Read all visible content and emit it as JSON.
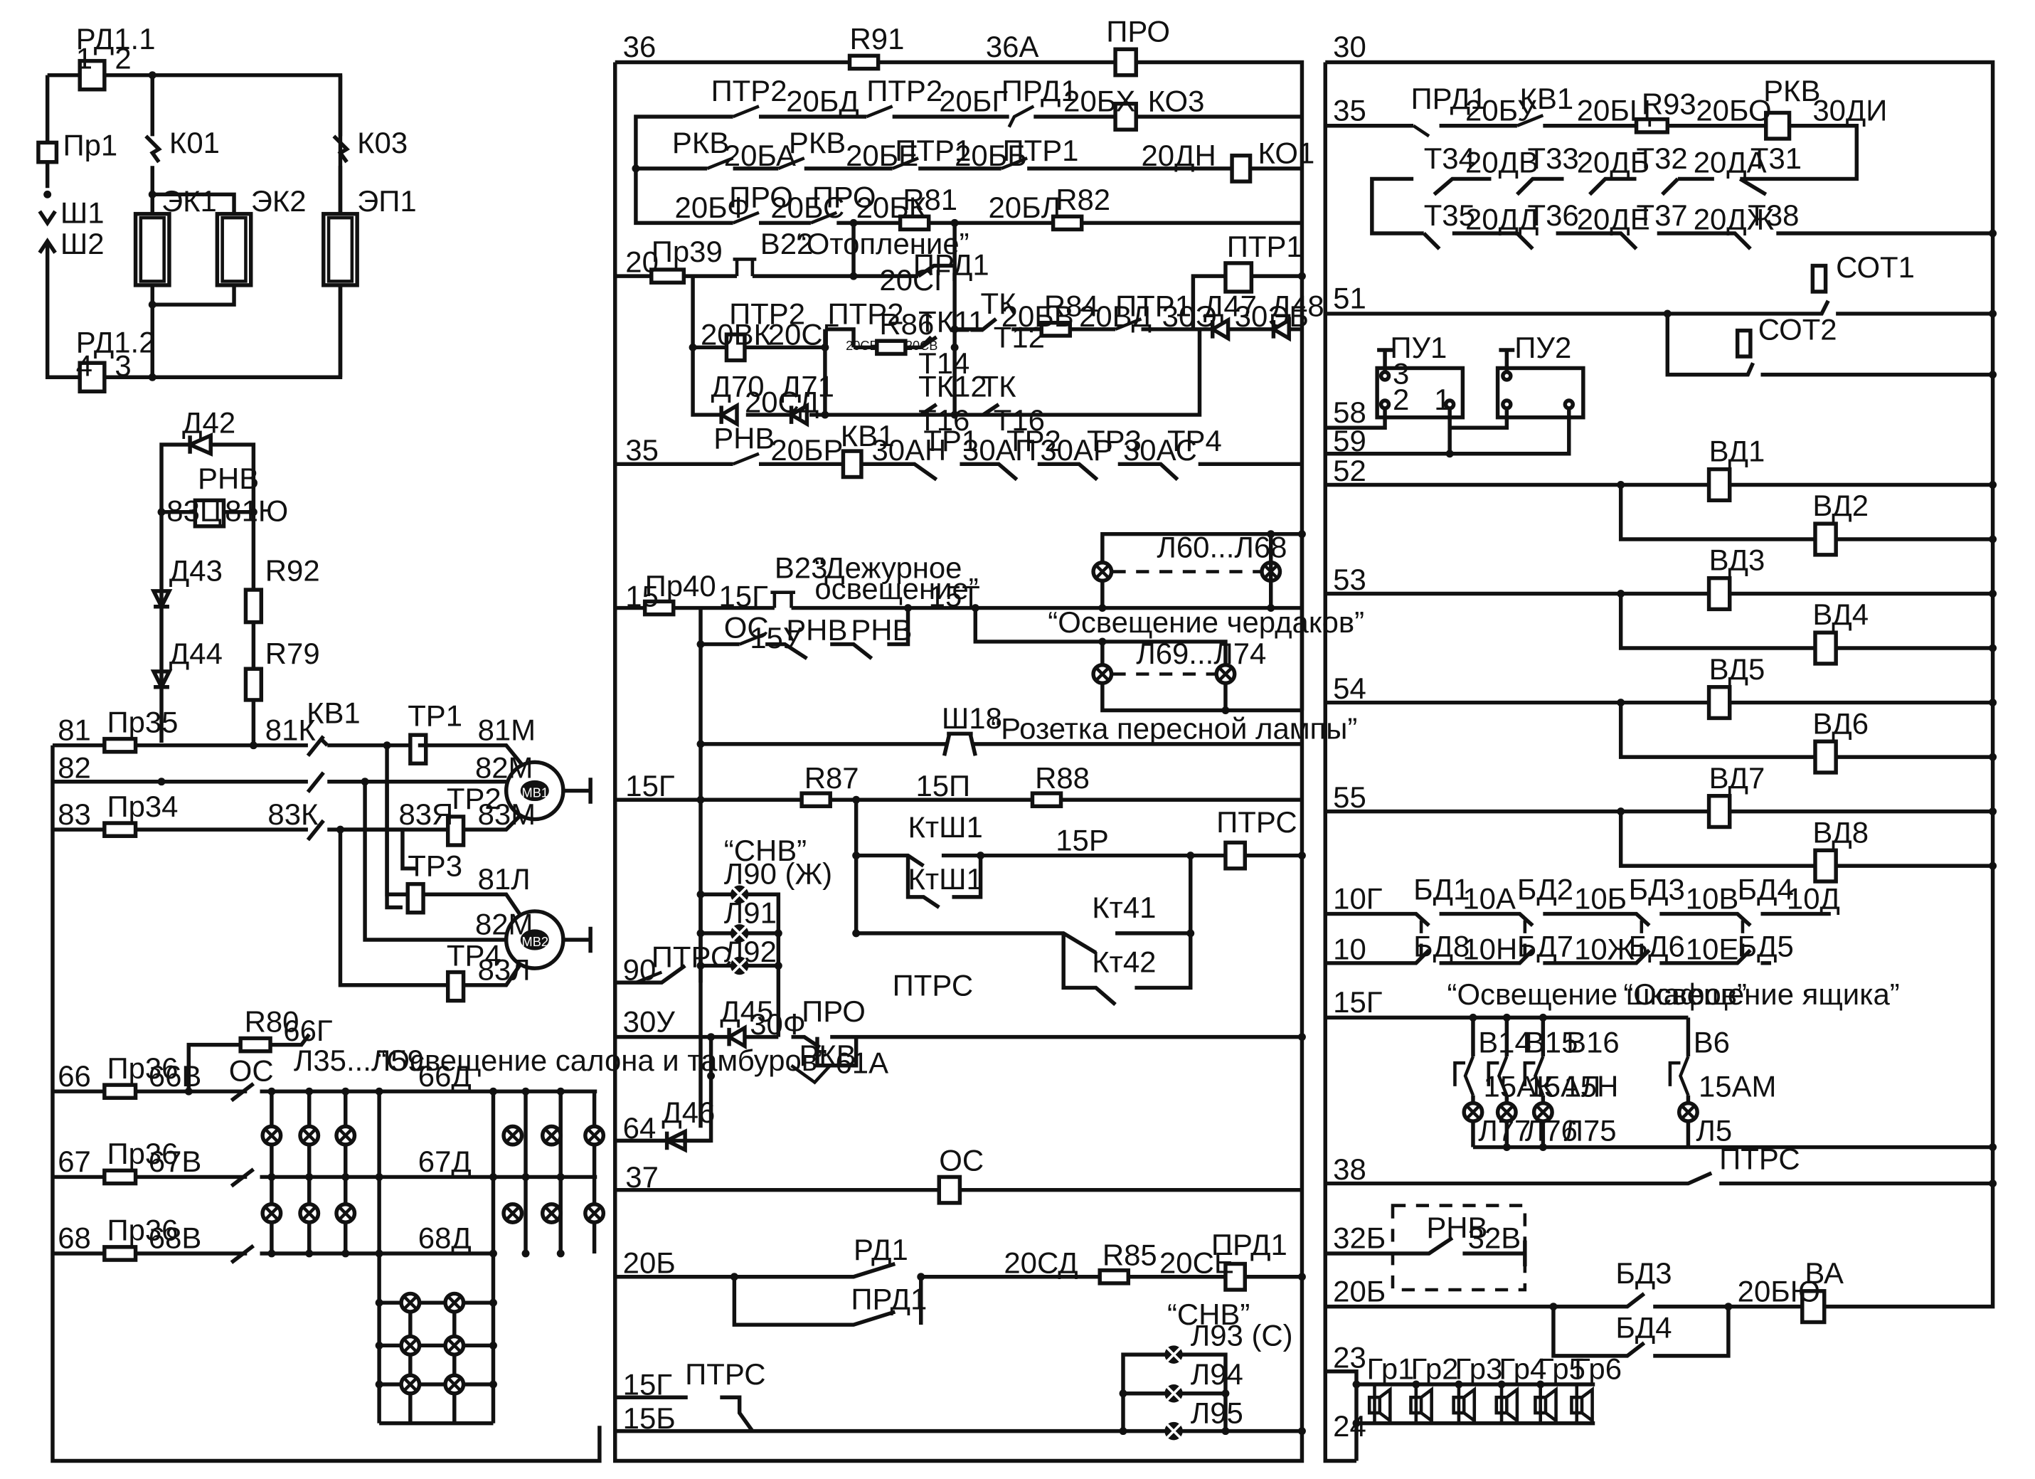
{
  "left": {
    "rd11": "РД1.1",
    "p1": "1",
    "p2": "2",
    "pr1": "Пр1",
    "sh1": "Ш1",
    "sh2": "Ш2",
    "k01": "К01",
    "k03": "К03",
    "ek1": "ЭК1",
    "ek2": "ЭК2",
    "ep1": "ЭП1",
    "rd12": "РД1.2",
    "p4": "4",
    "p3": "3",
    "d42": "Д42",
    "rnv": "РНВ",
    "n83c": "83Ц",
    "n81u": "81Ю",
    "d43": "Д43",
    "d44": "Д44",
    "r92": "R92",
    "r79": "R79",
    "w81": "81",
    "w82": "82",
    "w83": "83",
    "pr35": "Пр35",
    "pr34": "Пр34",
    "n81k": "81К",
    "kv1": "КВ1",
    "n83k": "83К",
    "tr1": "ТР1",
    "tr2": "ТР2",
    "tr3": "ТР3",
    "tr4": "ТР4",
    "n81m": "81М",
    "n82m": "82М",
    "n83m": "83М",
    "n83ya": "83Я",
    "n81l": "81Л",
    "n82m2": "82М",
    "n83l": "83Л",
    "mv1": "МВ1",
    "mv2": "МВ2",
    "r80": "R80",
    "n66g": "66Г",
    "lamps": "Л35...Л59",
    "lamps_q": "“Освещение салона и тамбуров”",
    "w66": "66",
    "w67": "67",
    "w68": "68",
    "pr36a": "Пр36",
    "pr36b": "Пр36",
    "pr36c": "Пр36",
    "n66v": "66В",
    "n67v": "67В",
    "n68v": "68В",
    "os": "ОС",
    "n66d": "66Д",
    "n67d": "67Д",
    "n68d": "68Д"
  },
  "mid": {
    "w36": "36",
    "r91": "R91",
    "n36a": "36А",
    "pro": "ПРО",
    "ptr2a": "ПТР2",
    "n20bd": "20БД",
    "ptr2b": "ПТР2",
    "n20bg": "20БГ",
    "prd1": "ПРД1",
    "n20bh": "20БХ",
    "ko3": "КО3",
    "rkva": "РКВ",
    "n20ba": "20БА",
    "rkvb": "РКВ",
    "n20be": "20БЕ",
    "ptr1a": "ПТР1",
    "n20bb": "20ББ",
    "ptr1b": "ПТР1",
    "n20dn": "20ДН",
    "ko1": "КО1",
    "n20bf": "20БФ",
    "proa": "ПРО",
    "n20bs": "20БС",
    "prob": "ПРО",
    "n20bk": "20БК",
    "r81": "R81",
    "n20bl": "20БЛ",
    "r82": "R82",
    "w20": "20",
    "pr39": "Пр39",
    "v22": "В22",
    "v22q": "“Отопление”",
    "prd1b": "ПРД1",
    "n20sg": "20СГ",
    "ptr2c": "ПТР2",
    "n20vk": "20ВК",
    "n20sg2": "20СГ",
    "ptr2d": "ПТР2",
    "n20sv": "20СВ",
    "r86": "R86",
    "n20sb": "20СВ",
    "tk11": "ТК11",
    "t14": "Т14",
    "tk": "ТК",
    "n20bv": "20БВ",
    "t12": "Т12",
    "r84": "R84",
    "n20vd": "20ВД",
    "ptr1c": "ПТР1",
    "n30e": "30Э",
    "d47": "Д47",
    "n30eb": "30ЭБ",
    "d48": "Д48",
    "ptr1d": "ПТР1",
    "d70": "Д70",
    "n20sd": "20СД",
    "d71": "Д71",
    "tk12": "ТК12",
    "t16a": "Т16",
    "tkb": "ТК",
    "t16b": "Т16",
    "w35": "35",
    "rnv": "РНВ",
    "n20br": "20БР",
    "kv1": "КВ1",
    "n30an": "30АН",
    "tr1": "ТР1",
    "n30ap": "30АП",
    "tr2": "ТР2",
    "n30ar": "30АР",
    "tr3": "ТР3",
    "n30as": "30АС",
    "tr4": "ТР4",
    "l60": "Л60...Л68",
    "w15": "15",
    "pr40": "Пр40",
    "n15g": "15Г",
    "v23": "В23",
    "v23q1": "“Дежурное",
    "v23q2": "освещение”",
    "n15t": "15Т",
    "attic": "“Освещение чердаков”",
    "l69": "Л69...Л74",
    "os": "ОС",
    "n15u": "15У",
    "rnva": "РНВ",
    "rnvb": "РНВ",
    "sh18": "Ш18",
    "sock": "“Розетка пересной лампы”",
    "w15g": "15Г",
    "r87": "R87",
    "n15p": "15П",
    "r88": "R88",
    "snv": "“СНВ”",
    "l90": "Л90 (Ж)",
    "l91": "Л91",
    "l92": "Л92",
    "ktsh1a": "КтШ1",
    "n15r": "15Р",
    "ptrs": "ПТРС",
    "ktsh1b": "КтШ1",
    "kt41": "Кт41",
    "kt42": "Кт42",
    "w90": "90",
    "ptrsa": "ПТРС",
    "ptrsb": "ПТРС",
    "w30u": "30У",
    "d45": "Д45",
    "n30f": "30Ф",
    "pro2": "ПРО",
    "rkv": "РКВ",
    "n61a": "61А",
    "w64": "64",
    "d46": "Д46",
    "w37": "37",
    "os2": "ОС",
    "w20b": "20Б",
    "rd1": "РД1",
    "n20sd2": "20СД",
    "r85": "R85",
    "n20se": "20СЕ",
    "prd1c": "ПРД1",
    "prd1d": "ПРД1",
    "snv2": "“СНВ”",
    "l93": "Л93 (С)",
    "l94": "Л94",
    "l95": "Л95",
    "w15g2": "15Г",
    "ptrs3": "ПТРС",
    "w15b": "15Б"
  },
  "right": {
    "w30": "30",
    "w35": "35",
    "prd1": "ПРД1",
    "n20bu": "20БУ",
    "kv1": "КВ1",
    "n20bc": "20БЦ",
    "r93": "R93",
    "n20bo": "20БО",
    "rkv": "РКВ",
    "n30di": "30ДИ",
    "t34": "Т34",
    "n20dv": "20ДВ",
    "t33": "Т33",
    "n20db": "20ДБ",
    "t32": "Т32",
    "n20da": "20ДА",
    "t31": "Т31",
    "t35": "Т35",
    "n20dd": "20ДД",
    "t36": "Т36",
    "n20de": "20ДЕ",
    "t37": "Т37",
    "n20dj": "20ДЖ",
    "t38": "Т38",
    "sot1": "СОТ1",
    "w51": "51",
    "sot2": "СОТ2",
    "pu1": "ПУ1",
    "pu2": "ПУ2",
    "c3": "3",
    "c2": "2",
    "c1": "1",
    "w58": "58",
    "w59": "59",
    "w52": "52",
    "vd1": "ВД1",
    "vd2": "ВД2",
    "w53": "53",
    "vd3": "ВД3",
    "vd4": "ВД4",
    "w54": "54",
    "vd5": "ВД5",
    "vd6": "ВД6",
    "w55": "55",
    "vd7": "ВД7",
    "vd8": "ВД8",
    "w10g": "10Г",
    "bd1": "БД1",
    "n10a": "10А",
    "bd2": "БД2",
    "n10b": "10Б",
    "bd3": "БД3",
    "n10v": "10В",
    "bd4": "БД4",
    "n10d": "10Д",
    "w10": "10",
    "bd8": "БД8",
    "n10n": "10Н",
    "bd7": "БД7",
    "n10zh": "10Ж",
    "bd6": "БД6",
    "n10e": "10Е",
    "bd5": "БД5",
    "cab": "“Освещение шкафов”",
    "box": "“Освещение ящика”",
    "w15g": "15Г",
    "v14": "В14",
    "v15": "В15",
    "v16": "В16",
    "v6": "В6",
    "n15ak": "15АК",
    "n15al": "15АЛ",
    "n15n": "15Н",
    "n15am": "15АМ",
    "l77": "Л77",
    "l76": "Л76",
    "l75": "Л75",
    "l5": "Л5",
    "w38": "38",
    "ptrs": "ПТРС",
    "w32b": "32Б",
    "rnv": "РНВ",
    "n32v": "32В",
    "w20b": "20Б",
    "bd3b": "БД3",
    "n20bu2": "20БЮ",
    "va": "ВА",
    "bd4b": "БД4",
    "w23": "23",
    "w24": "24",
    "gr1": "Гр1",
    "gr2": "Гр2",
    "gr3": "Гр3",
    "gr4": "Гр4",
    "gr5": "Гр5",
    "gr6": "Гр6"
  }
}
